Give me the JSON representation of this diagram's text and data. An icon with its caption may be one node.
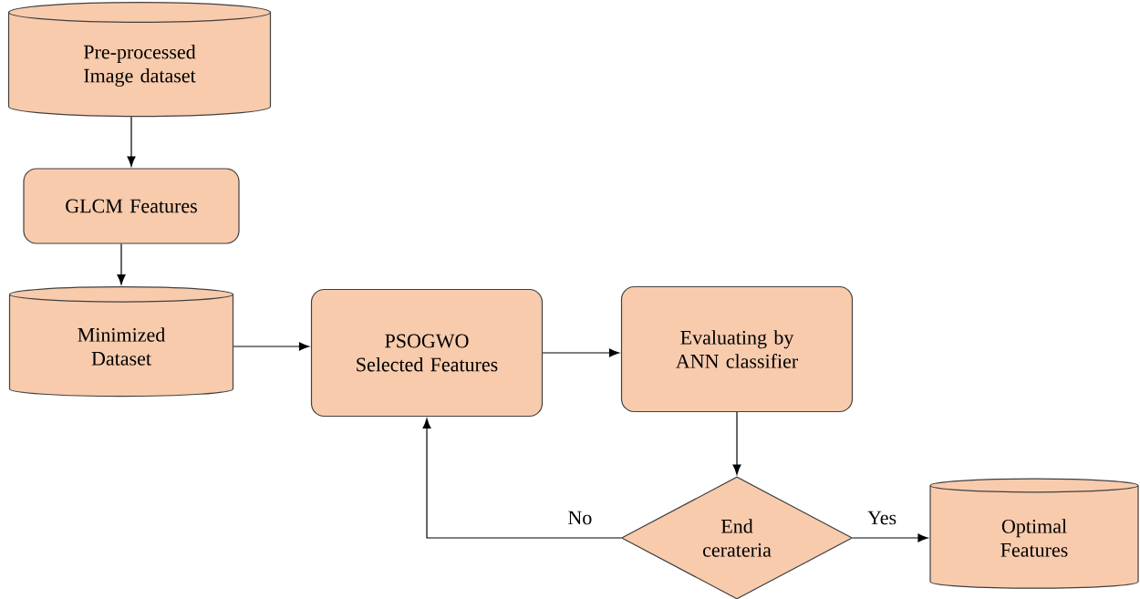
{
  "diagram": {
    "nodes": [
      {
        "text": [
          "Pre-processed Image dataset"
        ]
      },
      {
        "text": [
          "GLCM Features"
        ]
      },
      {
        "text": [
          "Minimized Dataset"
        ]
      },
      {
        "text": [
          "PSOGWO Selected Features"
        ]
      },
      {
        "text": [
          "Evaluating by ANN classifier"
        ]
      },
      {
        "text": [
          "End cerateria"
        ]
      },
      {
        "text": [
          "Optimal Features"
        ]
      }
    ],
    "edges": [
      {
        "from": 0,
        "to": 1,
        "arrow": "to"
      },
      {
        "from": 1,
        "to": 2,
        "arrow": "to"
      },
      {
        "from": 2,
        "to": 3,
        "arrow": "to"
      },
      {
        "from": 3,
        "to": 4,
        "arrow": "to"
      },
      {
        "from": 4,
        "to": 5,
        "arrow": "to"
      },
      {
        "from": 5,
        "to": 3,
        "arrow": "to",
        "label": "No"
      },
      {
        "from": 5,
        "to": 6,
        "arrow": "to",
        "label": "Yes"
      }
    ]
  }
}
